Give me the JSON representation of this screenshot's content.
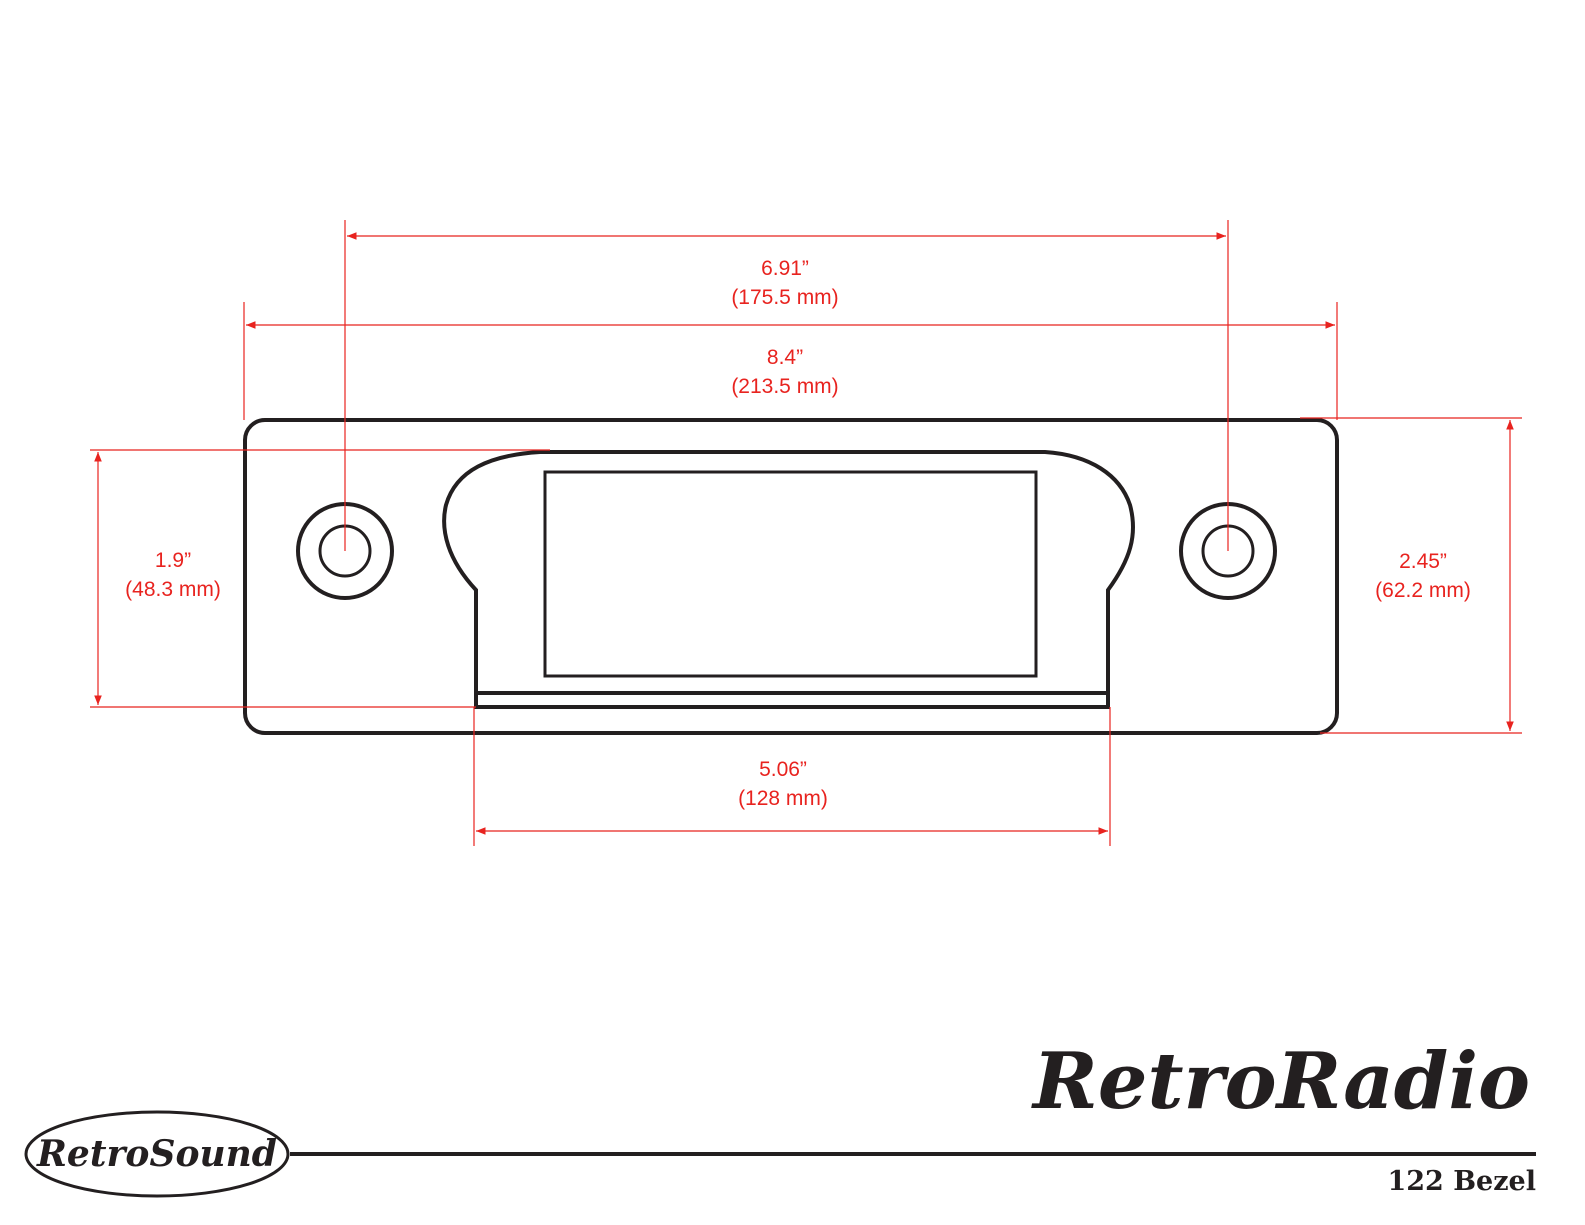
{
  "title": "122 Bezel",
  "brand_logo": "RetroRadio",
  "company_logo": "RetroSound",
  "colors": {
    "dimension": "#e8231f",
    "outline": "#231f20"
  },
  "dimensions": {
    "hole_spacing": {
      "inch": "6.91”",
      "mm": "(175.5 mm)"
    },
    "overall_width": {
      "inch": "8.4”",
      "mm": "(213.5 mm)"
    },
    "display_height": {
      "inch": "1.9”",
      "mm": "(48.3 mm)"
    },
    "overall_height": {
      "inch": "2.45”",
      "mm": "(62.2 mm)"
    },
    "display_width": {
      "inch": "5.06”",
      "mm": "(128 mm)"
    }
  }
}
